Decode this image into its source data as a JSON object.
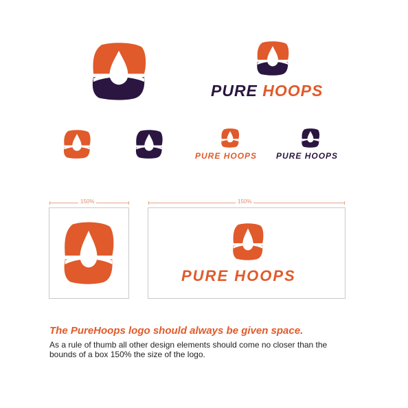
{
  "brand": {
    "wordmark_line1": "PURE",
    "wordmark_line2": "HOOPS",
    "color_primary": "#e05a2b",
    "color_dark": "#2a1640",
    "logo_icon": "drop-in-hoop-icon"
  },
  "clearspace": {
    "small_box_label": "150%",
    "wide_box_label": "150%"
  },
  "guideline": {
    "headline": "The PureHoops logo should always be given space.",
    "body": "As a rule of thumb all other design elements should come no closer than the bounds of a box 150% the size of the logo."
  }
}
